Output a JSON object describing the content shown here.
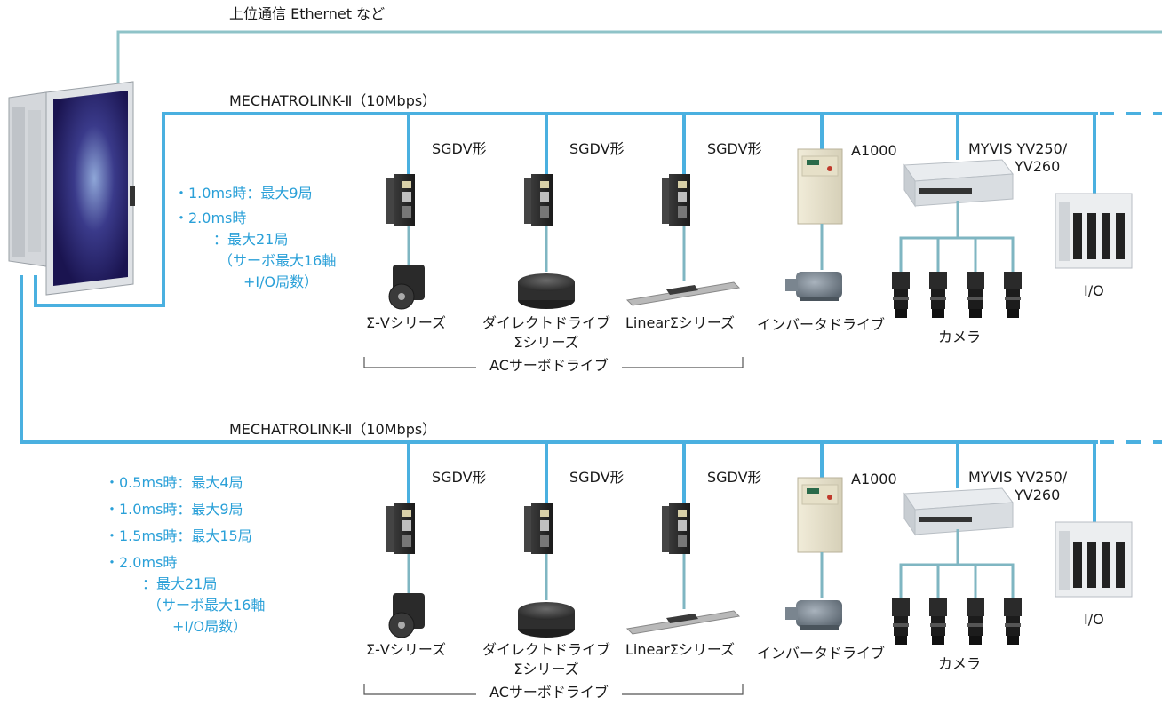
{
  "upper_label": "上位通信 Ethernet など",
  "networks": [
    {
      "label": "MECHATROLINK-Ⅱ（10Mbps）",
      "notes": [
        "・1.0ms時：最大9局",
        "・2.0ms時",
        "：最大21局",
        "（サーボ最大16軸",
        "+I/O局数）"
      ]
    },
    {
      "label": "MECHATROLINK-Ⅱ（10Mbps）",
      "notes": [
        "・0.5ms時：最大4局",
        "・1.0ms時：最大9局",
        "・1.5ms時：最大15局",
        "・2.0ms時",
        "：最大21局",
        "（サーボ最大16軸",
        "+I/O局数）"
      ]
    }
  ],
  "devices": {
    "sgdv": "SGDV形",
    "a1000": "A1000",
    "myvis_line1": "MYVIS YV250/",
    "myvis_line2": "YV260",
    "io": "I/O",
    "sigma5": "Σ-Vシリーズ",
    "direct_line1": "ダイレクトドライブ",
    "direct_line2": "Σシリーズ",
    "linear": "LinearΣシリーズ",
    "inverter": "インバータドライブ",
    "camera": "カメラ",
    "ac_servo": "ACサーボドライブ"
  },
  "colors": {
    "network_line": "#4ab0e0",
    "ethernet_line": "#8fc3c8",
    "note_text": "#2aa0d8",
    "device_gray": "#2b2b2b"
  }
}
